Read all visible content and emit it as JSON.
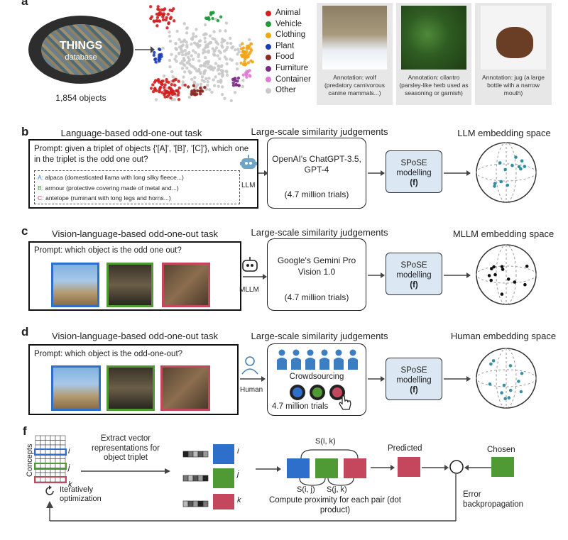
{
  "panel_a": {
    "label": "a",
    "things_title": "THINGS",
    "things_subtitle": "database",
    "objects_count": "1,854 objects",
    "legend": [
      {
        "label": "Animal",
        "color": "#d32020"
      },
      {
        "label": "Vehicle",
        "color": "#1f9a3a"
      },
      {
        "label": "Clothing",
        "color": "#f2a51a"
      },
      {
        "label": "Plant",
        "color": "#1c3db5"
      },
      {
        "label": "Food",
        "color": "#8b2a22"
      },
      {
        "label": "Furniture",
        "color": "#7a2b86"
      },
      {
        "label": "Container",
        "color": "#e07ad6"
      },
      {
        "label": "Other",
        "color": "#c9c9c9"
      }
    ],
    "annotations": [
      {
        "text": "Annotation: wolf (predatory carnivorous canine mammals...)"
      },
      {
        "text": "Annotation: cilantro (parsley-like herb used as seasoning or garnish)"
      },
      {
        "text": "Annotation: jug (a large bottle with a narrow mouth)"
      }
    ]
  },
  "panel_b": {
    "label": "b",
    "task_title": "Language-based odd-one-out task",
    "prompt": "Prompt: given a triplet of objects {'[A]', '[B]', '[C]'}, which one in the triplet is the odd one out?",
    "options": [
      {
        "key": "A:",
        "text": "alpaca (domesticated llama with long silky fleece...)",
        "color": "#2c7fd6"
      },
      {
        "key": "B:",
        "text": "armour (protective covering made of metal and...)",
        "color": "#3d9c3a"
      },
      {
        "key": "C:",
        "text": "antelope (ruminant with long legs and horns...)",
        "color": "#c23a55"
      }
    ],
    "agent_label": "LLM",
    "judgement_title": "Large-scale similarity judgements",
    "judgement_model": "OpenAI's ChatGPT-3.5, GPT-4",
    "trials": "(4.7 million trials)",
    "spose_line1": "SPoSE",
    "spose_line2": "modelling",
    "spose_line3": "(f)",
    "space_title": "LLM embedding space"
  },
  "panel_c": {
    "label": "c",
    "task_title": "Vision-language-based odd-one-out task",
    "prompt": "Prompt: which object is the odd one out?",
    "agent_label": "MLLM",
    "judgement_title": "Large-scale similarity judgements",
    "judgement_model": "Google's Gemini Pro Vision 1.0",
    "trials": "(4.7 million trials)",
    "spose_line1": "SPoSE",
    "spose_line2": "modelling",
    "spose_line3": "(f)",
    "space_title": "MLLM embedding space"
  },
  "panel_d": {
    "label": "d",
    "task_title": "Vision-language-based odd-one-out task",
    "prompt": "Prompt: which object is the odd-one-out?",
    "agent_label": "Human",
    "judgement_title": "Large-scale similarity judgements",
    "crowd_label": "Crowdsourcing",
    "trials": "4.7 million trials",
    "spose_line1": "SPoSE",
    "spose_line2": "modelling",
    "spose_line3": "(f)",
    "space_title": "Human embedding space"
  },
  "panel_f": {
    "label": "f",
    "concepts_label": "Concepts",
    "extract_text": "Extract vector representations for object triplet",
    "row_labels": [
      "i",
      "j",
      "k"
    ],
    "vec_labels": [
      "i",
      "j",
      "k"
    ],
    "iter_text": "Iteratively optimization",
    "s_ik": "S(i, k)",
    "s_ij": "S(i, j)",
    "s_jk": "S(j, k)",
    "compute_text": "Compute proximity for each pair (dot product)",
    "predicted": "Predicted",
    "chosen": "Chosen",
    "error_text": "Error backpropagation",
    "colors": {
      "i": "#2f6fcc",
      "j": "#4f9a35",
      "k": "#c5475e"
    }
  }
}
